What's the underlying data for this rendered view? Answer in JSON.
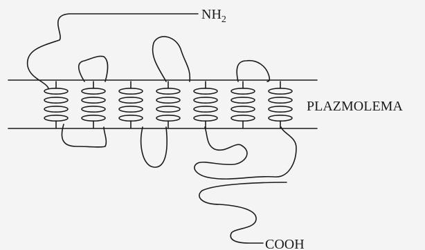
{
  "labels": {
    "n_terminus": "NH",
    "n_terminus_subscript": "2",
    "membrane": "PLAZMOLEMA",
    "c_terminus": "COOH"
  },
  "structure": {
    "transmembrane_helices": 7,
    "helix_turns": 4
  },
  "colors": {
    "background": "#f4f4f4",
    "stroke": "#1a1a1a"
  }
}
